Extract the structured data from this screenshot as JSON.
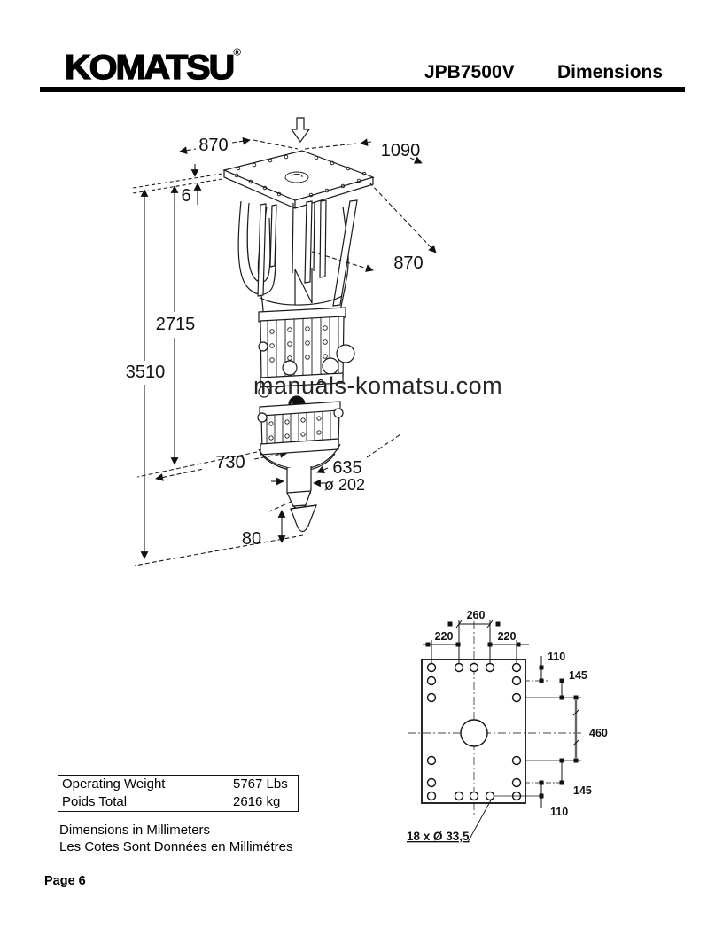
{
  "header": {
    "logo": "KOMATSU",
    "registered": "®",
    "model": "JPB7500V",
    "title": "Dimensions"
  },
  "watermark": "manuals-komatsu.com",
  "drawing": {
    "top_width": "870",
    "top_length": "1090",
    "plate_thickness": "6",
    "side_width": "870",
    "body_height": "2715",
    "total_height": "3510",
    "base_width": "730",
    "base_offset": "635",
    "tool_diameter": "ø 202",
    "tool_protrusion": "80"
  },
  "bolt_pattern": {
    "top_center": "260",
    "top_left": "220",
    "top_right": "220",
    "right_top_edge": "110",
    "right_top_pitch": "145",
    "right_center": "460",
    "right_bottom_pitch": "145",
    "right_bottom_edge": "110",
    "holes_label": "18 x Ø 33,5"
  },
  "weight_table": {
    "rows": [
      {
        "label": "Operating Weight",
        "value": "5767 Lbs"
      },
      {
        "label": "Poids Total",
        "value": "2616 kg"
      }
    ]
  },
  "notes": {
    "line1": "Dimensions in Millimeters",
    "line2": "Les Cotes Sont Données en Millimétres"
  },
  "footer": {
    "page": "Page 6"
  }
}
